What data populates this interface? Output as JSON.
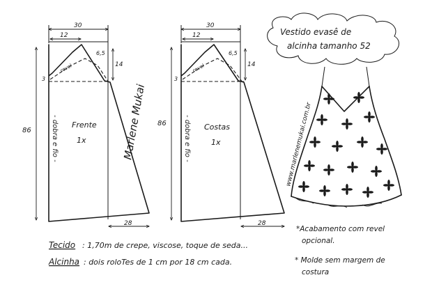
{
  "title": {
    "line1": "Vestido evasê de",
    "line2": "alcinha tamanho 52"
  },
  "front_piece": {
    "name": "Frente",
    "qty": "1x",
    "fold_label": "- dobra e fio -",
    "facing_label": "revel",
    "dims": {
      "top_width": "30",
      "neck_width": "12",
      "shoulder": "6,5",
      "armhole_depth": "14",
      "side_offset": "3",
      "length": "86",
      "hem_flare": "28"
    }
  },
  "back_piece": {
    "name": "Costas",
    "qty": "1x",
    "fold_label": "- dobra e fio -",
    "facing_label": "revel",
    "dims": {
      "top_width": "30",
      "neck_width": "12",
      "shoulder": "6,5",
      "armhole_depth": "14",
      "side_offset": "3",
      "length": "86",
      "hem_flare": "28"
    }
  },
  "signature": "Marlene Mukai",
  "website": "www.marlenemukai.com.br",
  "notes": {
    "fabric_label": "Tecido",
    "fabric_text": ": 1,70m de crepe, viscose, toque de seda...",
    "strap_label": "Alcinha",
    "strap_text": ": dois roloTes de 1 cm por 18 cm cada.",
    "finish_line1": "*Acabamento com revel",
    "finish_line2": "opcional.",
    "seam_line1": "* Molde sem margem de",
    "seam_line2": "costura"
  }
}
